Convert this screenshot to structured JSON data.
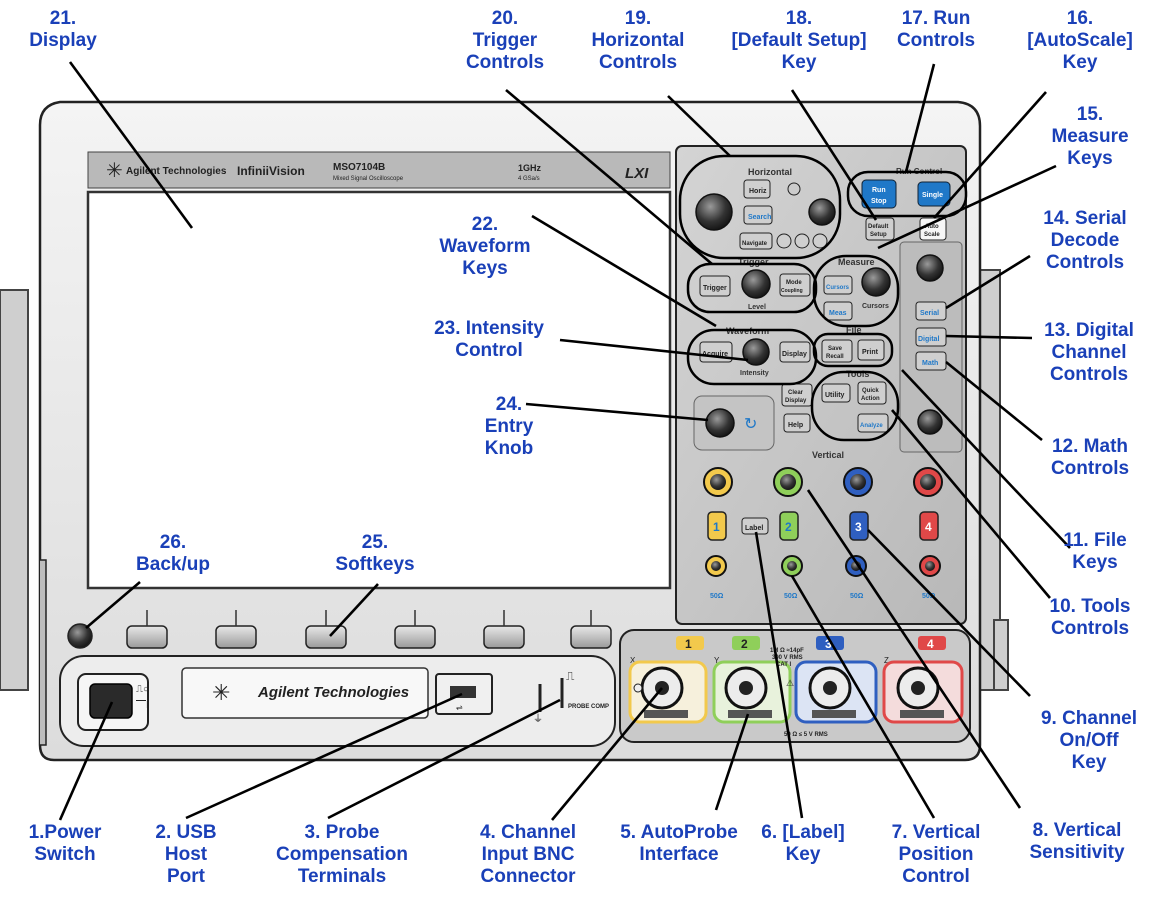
{
  "brand": {
    "maker": "Agilent Technologies",
    "series": "InfiniiVision",
    "model": "MSO7104B",
    "model_sub": "Mixed Signal Oscilloscope",
    "bandwidth": "1GHz",
    "sample_rate": "4 GSa/s",
    "lxi": "LXI"
  },
  "sections": {
    "horizontal": "Horizontal",
    "run_control": "Run Control",
    "trigger": "Trigger",
    "measure": "Measure",
    "waveform": "Waveform",
    "file": "File",
    "tools": "Tools",
    "vertical": "Vertical"
  },
  "keys": {
    "horiz": "Horiz",
    "search": "Search",
    "navigate": "Navigate",
    "run": "Run",
    "stop": "Stop",
    "single": "Single",
    "default": "Default",
    "setup": "Setup",
    "auto": "Auto",
    "scale": "Scale",
    "trigger": "Trigger",
    "mode": "Mode",
    "coupling": "Coupling",
    "level": "Level",
    "cursors": "Cursors",
    "cursors_label": "Cursors",
    "meas": "Meas",
    "acquire": "Acquire",
    "display": "Display",
    "intensity": "Intensity",
    "save": "Save",
    "recall": "Recall",
    "print": "Print",
    "clear": "Clear",
    "clear_display": "Display",
    "utility": "Utility",
    "quick": "Quick",
    "action": "Action",
    "analyze": "Analyze",
    "help": "Help",
    "serial": "Serial",
    "digital": "Digital",
    "math": "Math",
    "label": "Label",
    "ch1": "1",
    "ch2": "2",
    "ch3": "3",
    "ch4": "4",
    "ohm50": "50Ω"
  },
  "front": {
    "agilent": "Agilent Technologies",
    "probe_comp": "PROBE COMP",
    "input_rating": "1M Ω ≈14pF\n300 V RMS\nCAT I",
    "fifty_ohm": "50 Ω ≤ 5 V RMS",
    "ch_x": "X",
    "ch_y": "Y",
    "ch_z": "Z"
  },
  "callouts": [
    {
      "id": "21",
      "text": "21.\nDisplay"
    },
    {
      "id": "20",
      "text": "20.\nTrigger\nControls"
    },
    {
      "id": "19",
      "text": "19.\nHorizontal\nControls"
    },
    {
      "id": "18",
      "text": "18.\n[Default Setup]\nKey"
    },
    {
      "id": "17",
      "text": "17. Run\nControls"
    },
    {
      "id": "16",
      "text": "16.\n[AutoScale]\nKey"
    },
    {
      "id": "15",
      "text": "15.\nMeasure\nKeys"
    },
    {
      "id": "14",
      "text": "14. Serial\nDecode\nControls"
    },
    {
      "id": "13",
      "text": "13. Digital\nChannel\nControls"
    },
    {
      "id": "12",
      "text": "12. Math\nControls"
    },
    {
      "id": "11",
      "text": "11. File\nKeys"
    },
    {
      "id": "10",
      "text": "10. Tools\nControls"
    },
    {
      "id": "9",
      "text": "9. Channel\nOn/Off\nKey"
    },
    {
      "id": "8",
      "text": "8. Vertical\nSensitivity"
    },
    {
      "id": "7",
      "text": "7. Vertical\nPosition\nControl"
    },
    {
      "id": "6",
      "text": "6. [Label]\nKey"
    },
    {
      "id": "5",
      "text": "5. AutoProbe\nInterface"
    },
    {
      "id": "4",
      "text": "4. Channel\nInput BNC\nConnector"
    },
    {
      "id": "3",
      "text": "3. Probe\nCompensation\nTerminals"
    },
    {
      "id": "2",
      "text": "2. USB\nHost\nPort"
    },
    {
      "id": "1",
      "text": "1.Power\nSwitch"
    },
    {
      "id": "22",
      "text": "22.\nWaveform\nKeys"
    },
    {
      "id": "23",
      "text": "23. Intensity\nControl"
    },
    {
      "id": "24",
      "text": "24.\nEntry\nKnob"
    },
    {
      "id": "25",
      "text": "25.\nSoftkeys"
    },
    {
      "id": "26",
      "text": "26.\nBack/up"
    }
  ],
  "colors": {
    "callout_text": "#1a40b8",
    "key_blue": "#1f78c8",
    "ch1": "#f2c94c",
    "ch2": "#8fcf5a",
    "ch3": "#2f5fc0",
    "ch4": "#e04848"
  }
}
